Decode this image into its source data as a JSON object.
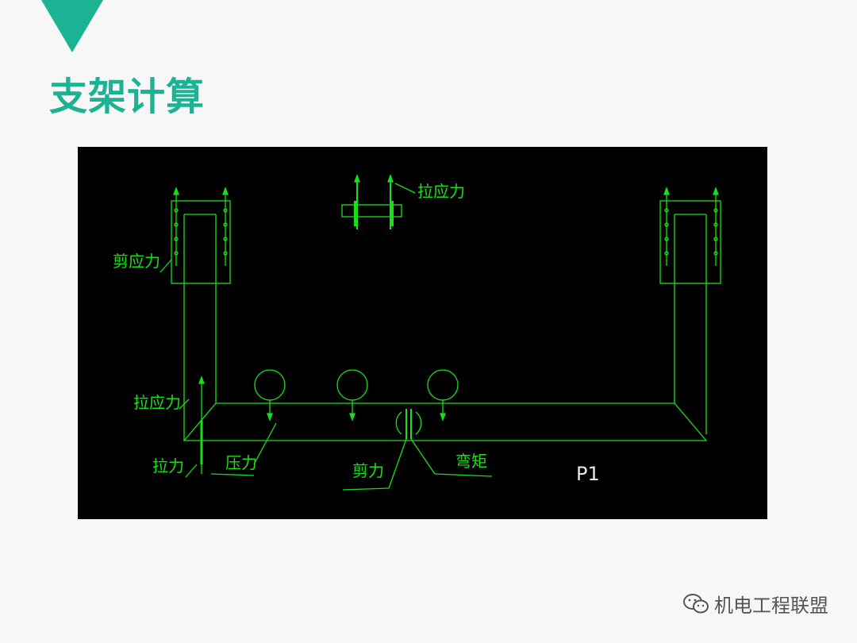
{
  "title": "支架计算",
  "colors": {
    "accent": "#1bb394",
    "cad_background": "#000000",
    "cad_line": "#18e018",
    "page_background": "#f7f7f7"
  },
  "diagram": {
    "labels": {
      "top_tension": "拉应力",
      "left_shear_stress": "剪应力",
      "left_tension": "拉应力",
      "pull": "拉力",
      "pressure": "压力",
      "shear": "剪力",
      "moment": "弯矩",
      "frame_id": "P1"
    }
  },
  "watermark": {
    "icon": "wechat-icon",
    "text": "机电工程联盟"
  }
}
